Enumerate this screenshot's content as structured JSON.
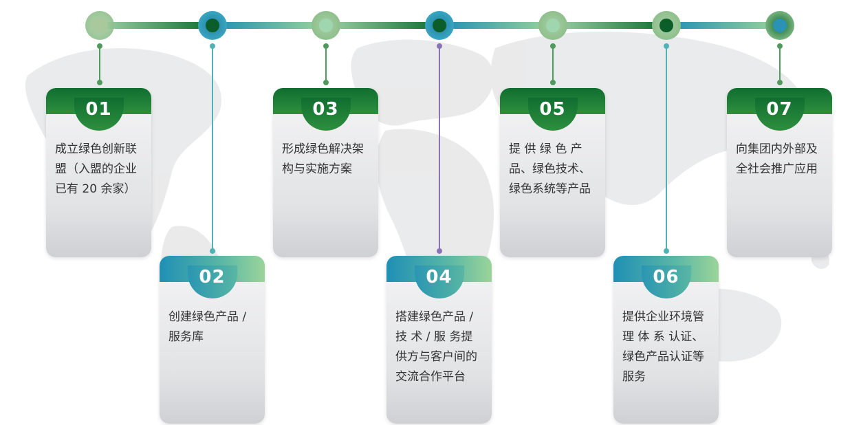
{
  "steps": [
    {
      "num": "01",
      "text": "成立绿色创新联盟（入盟的企业已有 20 余家）",
      "style": "green"
    },
    {
      "num": "02",
      "text": "创建绿色产品 / 服务库",
      "style": "teal"
    },
    {
      "num": "03",
      "text": "形成绿色解决架构与实施方案",
      "style": "green"
    },
    {
      "num": "04",
      "text": "搭建绿色产品 / 技 术 / 服 务提供方与客户间的交流合作平台",
      "style": "teal"
    },
    {
      "num": "05",
      "text": "提 供 绿 色 产 品、绿色技术、绿色系统等产品",
      "style": "green"
    },
    {
      "num": "06",
      "text": "提供企业环境管 理 体 系 认证、绿色产品认证等服务",
      "style": "teal"
    },
    {
      "num": "07",
      "text": "向集团内外部及全社会推广应用",
      "style": "green"
    }
  ],
  "colors": {
    "green_dark": "#0f6e2f",
    "green_light": "#8fc79a",
    "teal": "#1f8fb5",
    "purple": "#8a74b8",
    "card_text": "#333333"
  }
}
